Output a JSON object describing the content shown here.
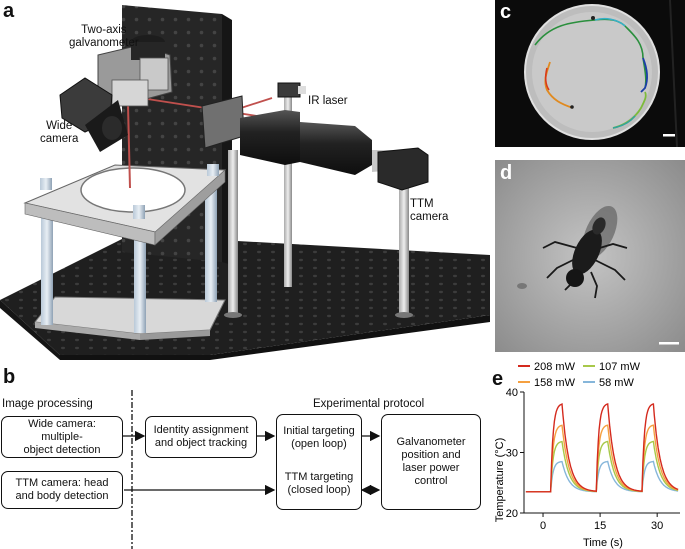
{
  "panels": {
    "a": "a",
    "b": "b",
    "c": "c",
    "d": "d",
    "e": "e"
  },
  "panel_a": {
    "labels": {
      "galvanometer": "Two-axis\ngalvanometer",
      "ir_laser": "IR laser",
      "wide_camera": "Wide\ncamera",
      "ttm_camera": "TTM\ncamera"
    }
  },
  "panel_b": {
    "image_processing": "Image processing",
    "experimental_protocol": "Experimental protocol",
    "wide_camera_box": "Wide camera:\nmultiple-\nobject detection",
    "ttm_camera_box": "TTM camera: head\nand body detection",
    "identity_box": "Identity assignment\nand object tracking",
    "initial_targeting": "Initial targeting\n(open loop)",
    "ttm_targeting": "TTM targeting\n(closed loop)",
    "galvanometer_box": "Galvanometer\nposition and\nlaser power\ncontrol"
  },
  "chart_data": {
    "type": "line",
    "xlabel": "Time (s)",
    "ylabel": "Temperature (°C)",
    "xlim": [
      -5,
      36
    ],
    "ylim": [
      20,
      40
    ],
    "xticks": [
      0,
      15,
      30
    ],
    "yticks": [
      20,
      30,
      40
    ],
    "pulse_times": [
      2,
      14,
      26
    ],
    "baseline": 23.5,
    "series": [
      {
        "name": "208 mW",
        "color": "#d42a1e",
        "peak": 38.0
      },
      {
        "name": "158 mW",
        "color": "#f5a040",
        "peak": 34.5
      },
      {
        "name": "107 mW",
        "color": "#a8c84a",
        "peak": 31.8
      },
      {
        "name": "58 mW",
        "color": "#86b6da",
        "peak": 28.5
      }
    ],
    "legend": "top"
  }
}
